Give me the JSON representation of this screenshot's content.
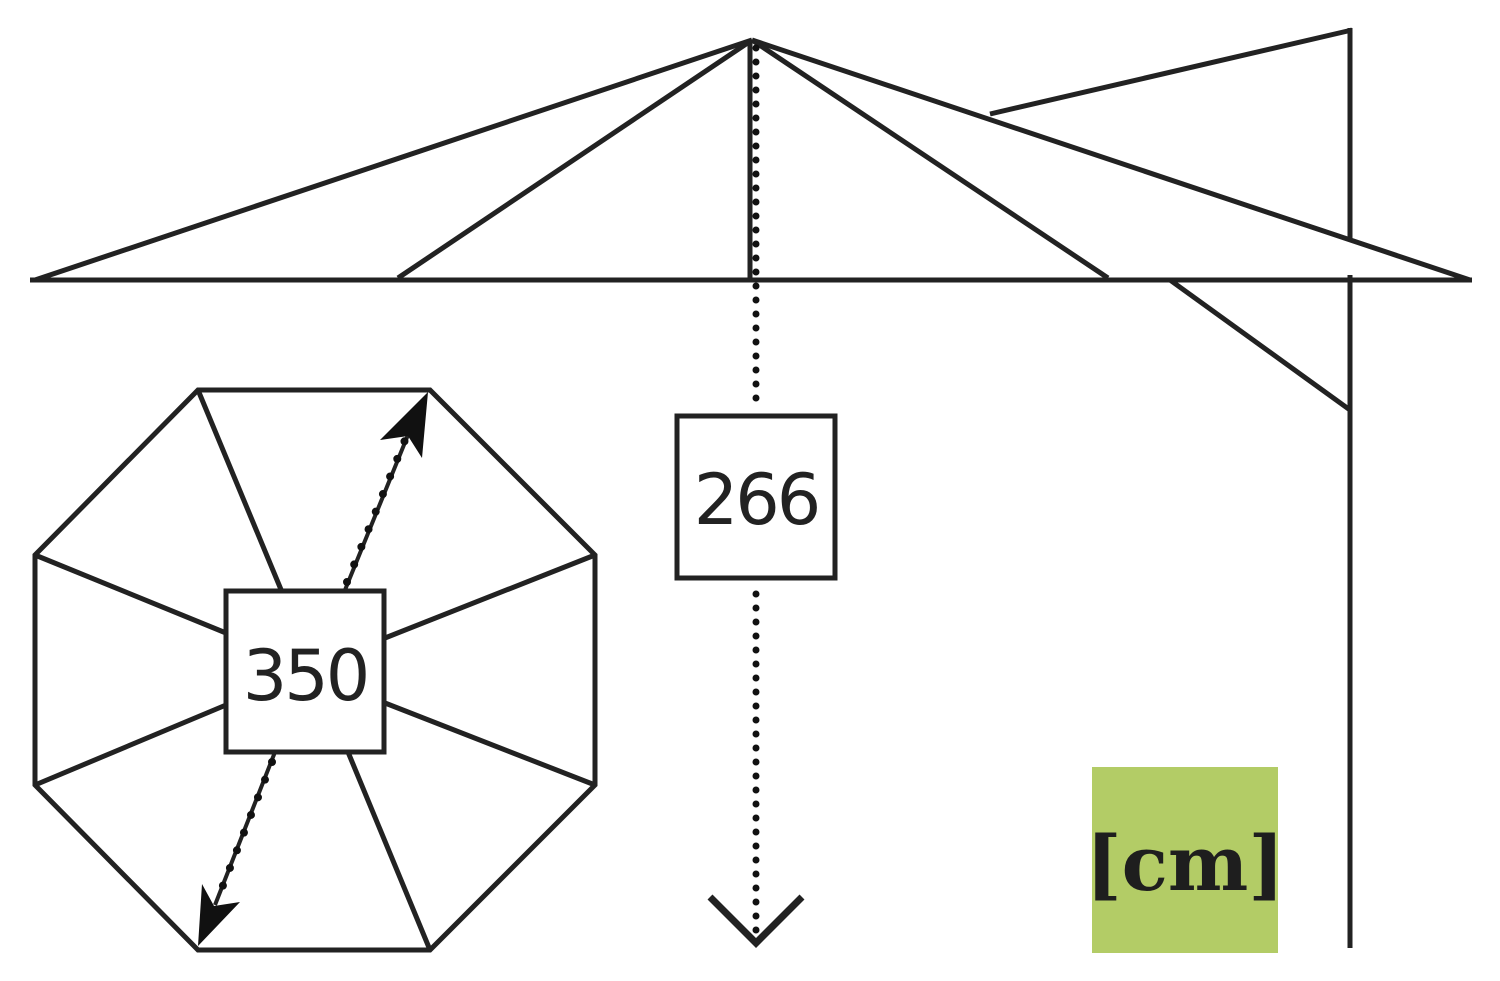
{
  "diagram": {
    "height_label": "266",
    "diameter_label": "350",
    "unit_label": "[cm]",
    "unit_badge_color": "#b3cc66",
    "line_color": "#222222"
  }
}
